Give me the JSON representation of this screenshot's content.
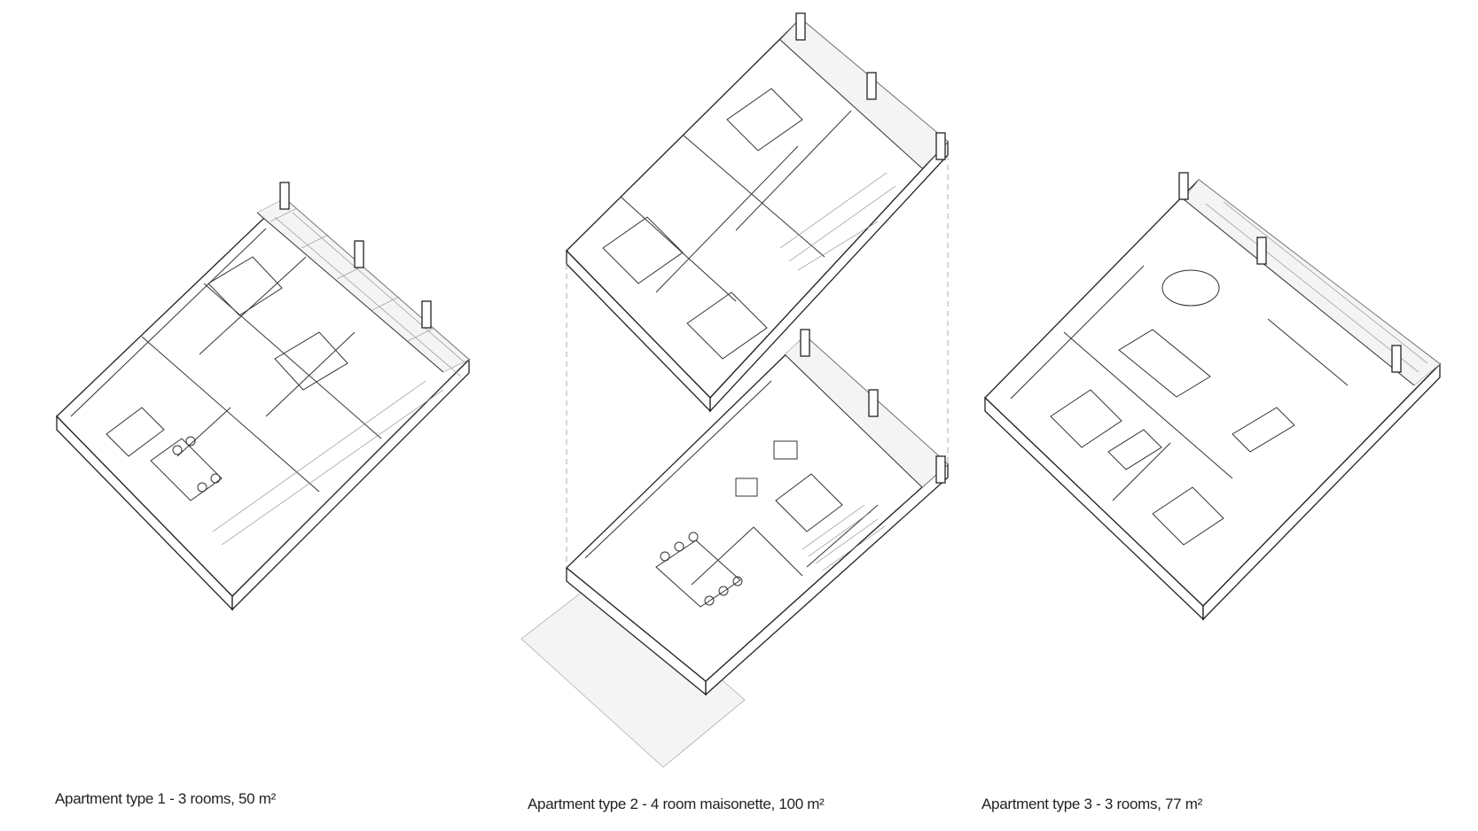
{
  "captions": {
    "type1": "Apartment type 1 - 3 rooms, 50 m²",
    "type2": "Apartment type 2 - 4 room maisonette,  100 m²",
    "type3": "Apartment type 3 - 3 rooms, 77 m²"
  }
}
